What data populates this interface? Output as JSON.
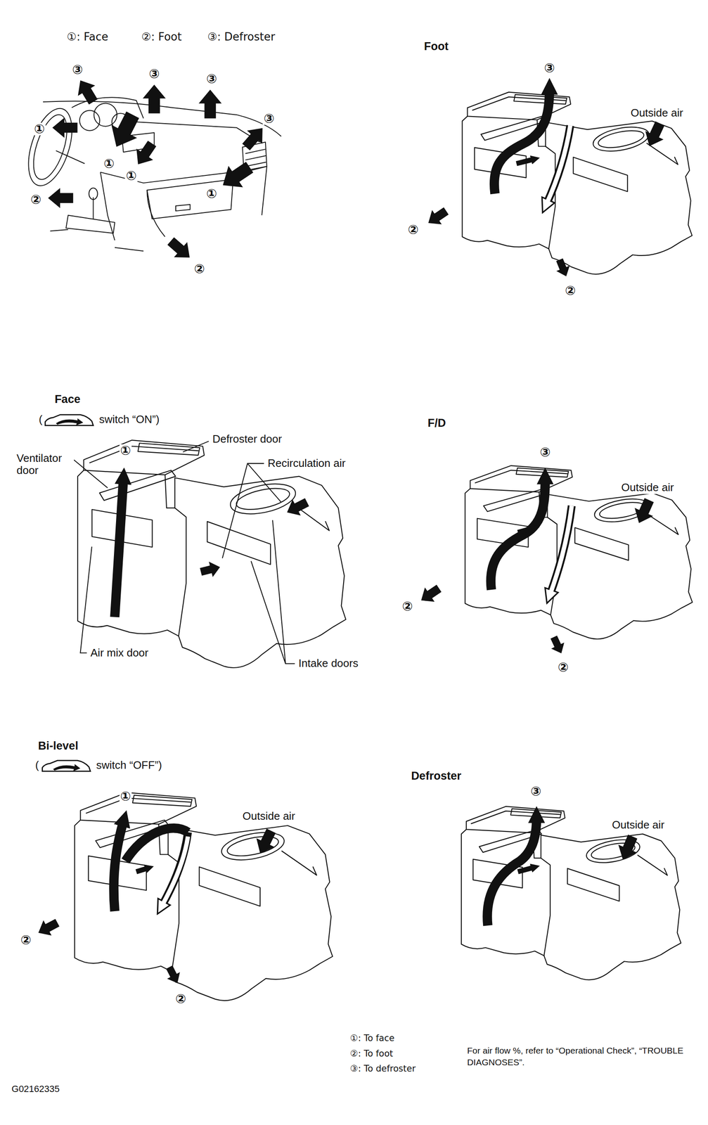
{
  "diagram": {
    "labels": [
      "①: Face",
      "②: Foot",
      "③: Defroster",
      "③",
      "③",
      "③",
      "③",
      "①",
      "①",
      "①",
      "①",
      "②",
      "②",
      "Foot",
      "③",
      "Outside air",
      "②",
      "②",
      "Face",
      "(",
      "switch “ON”)",
      "①",
      "Defroster door",
      "Ventilator door",
      "Recirculation air",
      "Air mix door",
      "Intake doors",
      "F/D",
      "③",
      "Outside air",
      "②",
      "②",
      "Bi-level",
      "(",
      "switch “OFF”)",
      "①",
      "Outside air",
      "②",
      "②",
      "Defroster",
      "③",
      "Outside air",
      "①: To face",
      "②: To foot",
      "③: To defroster",
      "For air flow %, refer to “Operational Check”, “TROUBLE DIAGNOSES”.",
      "G02162335"
    ]
  }
}
